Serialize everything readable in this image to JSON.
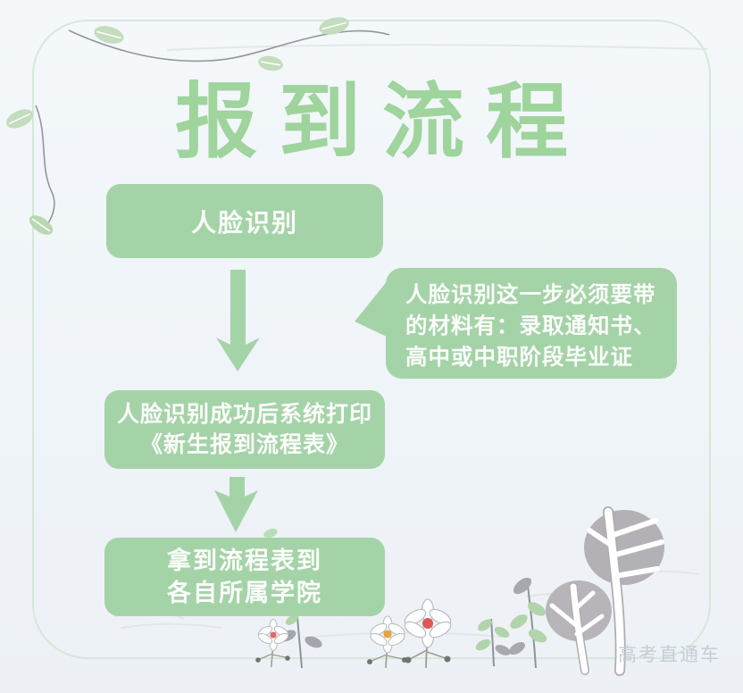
{
  "title": "报到流程",
  "flow": {
    "steps": [
      {
        "lines": [
          "人脸识别"
        ]
      },
      {
        "lines": [
          "人脸识别成功后系统打印",
          "《新生报到流程表》"
        ]
      },
      {
        "lines": [
          "拿到流程表到",
          "各自所属学院"
        ]
      }
    ],
    "note": {
      "lines": [
        "人脸识别这一步必须要带",
        "的材料有：录取通知书、",
        "高中或中职阶段毕业证"
      ]
    }
  },
  "watermark": "高考直通车",
  "colors": {
    "background": "#f2f6f9",
    "card_border": "#d6e7d9",
    "title_green": "#9fd49d",
    "box_green": "#a5d3a8",
    "box_text": "#fbfdfa",
    "tree_gray": "#b4b1b6",
    "leaf_green": "#c3ddbd",
    "flower_red": "#d95b52",
    "flower_pink": "#e2696b",
    "flower_orange": "#e7a33b",
    "watermark_gray": "#c6ccd6"
  }
}
